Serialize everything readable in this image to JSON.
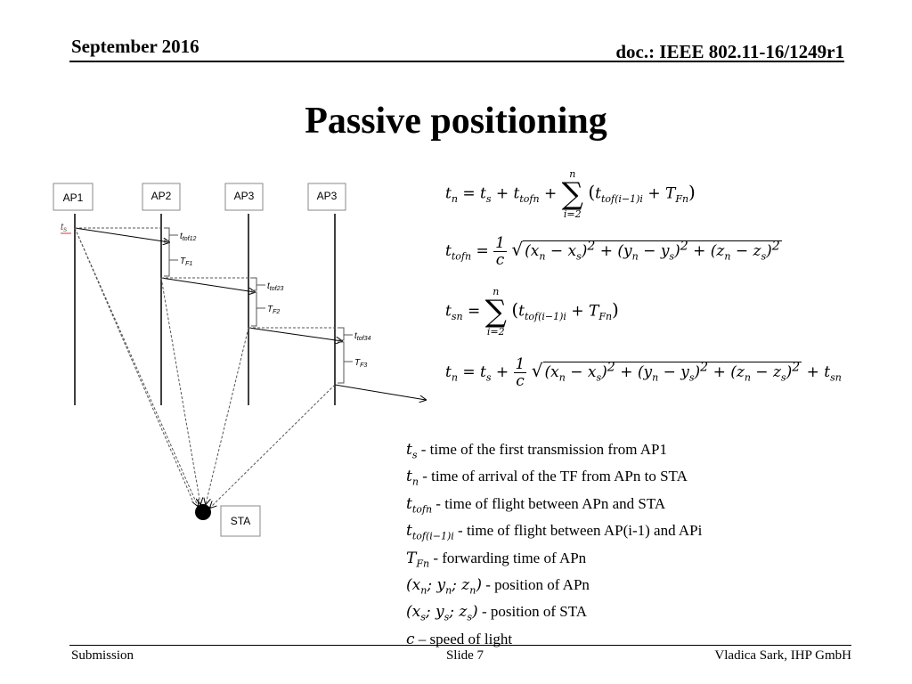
{
  "header": {
    "date": "September 2016",
    "doc": "doc.: IEEE 802.11-16/1249r1"
  },
  "slide": {
    "title": "Passive positioning"
  },
  "diagram": {
    "nodes": [
      "AP1",
      "AP2",
      "AP3",
      "AP3"
    ],
    "sta_label": "STA",
    "start_label": "t",
    "start_sub": "s",
    "tof_labels": [
      {
        "base": "t",
        "sub": "tof12"
      },
      {
        "base": "t",
        "sub": "tof23"
      },
      {
        "base": "t",
        "sub": "tof34"
      }
    ],
    "fwd_labels": [
      {
        "base": "T",
        "sub": "F1"
      },
      {
        "base": "T",
        "sub": "F2"
      },
      {
        "base": "T",
        "sub": "F3"
      }
    ]
  },
  "equations": {
    "eq1": "t_n = t_s + t_tofn + Σ_{i=2}^{n} (t_tof(i−1)i + T_Fn)",
    "eq2": "t_tofn = (1/c) √((x_n − x_s)² + (y_n − y_s)² + (z_n − z_s)²)",
    "eq3": "t_sn = Σ_{i=2}^{n} (t_tof(i−1)i + T_Fn)",
    "eq4": "t_n = t_s + (1/c) √((x_n − x_s)² + (y_n − y_s)² + (z_n − z_s)²) + t_sn"
  },
  "legend": [
    {
      "sym": "t",
      "sub": "s",
      "text": " - time of the first transmission from AP1"
    },
    {
      "sym": "t",
      "sub": "n",
      "text": " - time of arrival of the TF from APn to STA"
    },
    {
      "sym": "t",
      "sub": "tofn",
      "text": " - time of flight between APn and STA"
    },
    {
      "sym": "t",
      "sub": "tof(i−1)i",
      "text": " - time of flight between AP(i-1) and APi"
    },
    {
      "sym": "T",
      "sub": "Fn",
      "text": " - forwarding time of APn"
    },
    {
      "sym": "(x_n; y_n; z_n)",
      "sub": "",
      "text": " - position of APn"
    },
    {
      "sym": "(x_s; y_s; z_s)",
      "sub": "",
      "text": " - position of STA"
    },
    {
      "sym": "c",
      "sub": "",
      "text": " – speed of light"
    }
  ],
  "footer": {
    "left": "Submission",
    "center": "Slide 7",
    "right": "Vladica Sark, IHP GmbH"
  }
}
